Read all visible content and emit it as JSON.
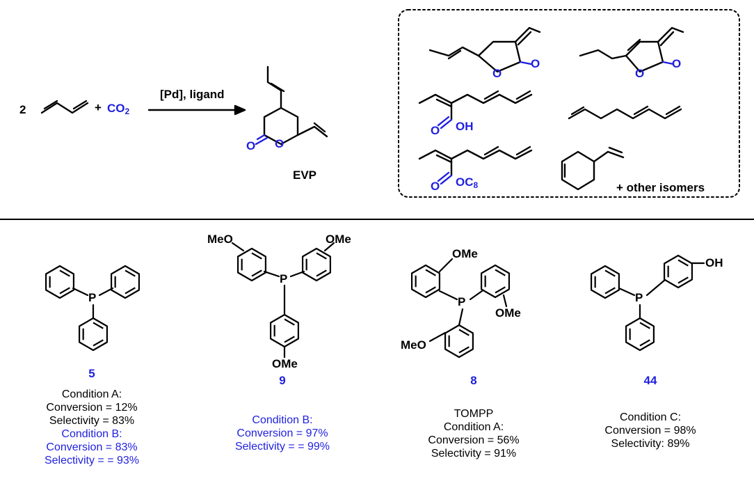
{
  "colors": {
    "accent": "#1f1fe0",
    "ink": "#000000"
  },
  "reaction": {
    "coefficient": "2",
    "plus": "+",
    "co2": "CO",
    "co2_sub": "2",
    "conditions": "[Pd], ligand",
    "product_label": "EVP"
  },
  "byproducts": {
    "other_isomers": "+ other isomers",
    "ester_label": "OC",
    "ester_sub": "8",
    "acid_label": "OH",
    "o": "O"
  },
  "ligands": [
    {
      "number": "5",
      "lines": [
        "Condition A:",
        "Conversion = 12%",
        "Selectivity = 83%"
      ],
      "lines_blue": [
        "Condition B:",
        "Conversion = 83%",
        "Selectivity = = 93%"
      ]
    },
    {
      "number": "9",
      "lines": [],
      "lines_blue": [
        "Condition B:",
        "Conversion = 97%",
        "Selectivity = = 99%"
      ]
    },
    {
      "number": "8",
      "lines": [
        "TOMPP",
        "Condition A:",
        "Conversion = 56%",
        "Selectivity = 91%"
      ],
      "lines_blue": []
    },
    {
      "number": "44",
      "lines": [
        "Condition C:",
        "Conversion = 98%",
        "Selectivity: 89%"
      ],
      "lines_blue": []
    }
  ],
  "atoms": {
    "P": "P",
    "OMe": "OMe",
    "MeO": "MeO",
    "OH": "OH"
  }
}
